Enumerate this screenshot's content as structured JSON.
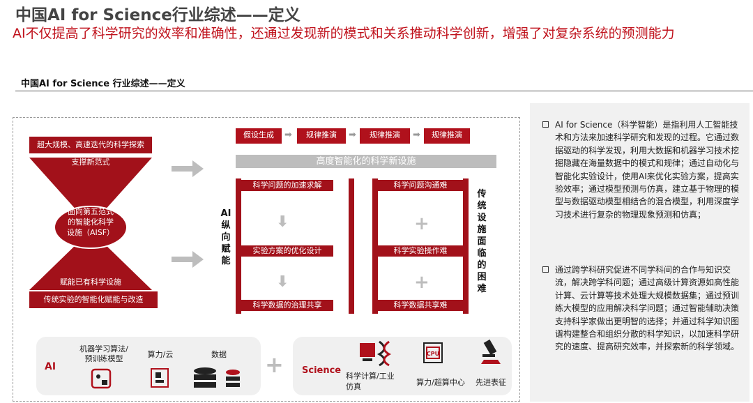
{
  "title": "中国AI for Science行业综述——定义",
  "subtitle": "AI不仅提高了科学研究的效率和准确性，还通过发现新的模式和关系推动科学创新，增强了对复杂系统的预测能力",
  "section_title": "中国AI for Science 行业综述——定义",
  "hourglass": {
    "top_label": "超大规模、高速迭代的科学探索",
    "support": "支撑新范式",
    "center": "面向第五范式\n的智能化科学\n设施（AISF）",
    "empower": "赋能已有科学设施",
    "bottom_label": "传统实验的智能化赋能与改造"
  },
  "process": [
    "假设生成",
    "规律推演",
    "规律推演",
    "规律推演"
  ],
  "infra": "高度智能化的科学新设施",
  "vertical_ai": "AI纵向赋能",
  "left_col": [
    "科学问题的加速求解",
    "实验方案的优化设计",
    "科学数据的治理共享"
  ],
  "right_col": [
    "科学问题沟通难",
    "科学实验操作难",
    "科学数据共享难"
  ],
  "vertical_right": "传统设施面临的困难",
  "ai_row": {
    "label": "AI",
    "items": [
      "机器学习算法/\n预训练模型",
      "算力/云",
      "数据"
    ]
  },
  "science_row": {
    "label": "Science",
    "items": [
      "科学计算/工业\n仿真",
      "算力/超算中心",
      "先进表征"
    ]
  },
  "bullets": [
    "AI for Science（科学智能）是指利用人工智能技术和方法来加速科学研究和发现的过程。它通过数据驱动的科学发现，利用大数据和机器学习技术挖掘隐藏在海量数据中的模式和规律；通过自动化与智能化实验设计，使用AI来优化实验方案，提高实验效率；通过模型预测与仿真，建立基于物理的模型与数据驱动模型相结合的混合模型，利用深度学习技术进行复杂的物理现象预测和仿真；",
    "通过跨学科研究促进不同学科间的合作与知识交流，解决跨学科问题；通过高级计算资源如高性能计算、云计算等技术处理大规模数据集；通过预训练大模型的应用解决科学问题；通过智能辅助决策支持科学家做出更明智的选择；并通过科学知识图谱构建整合和组织分散的科学知识，以加速科学研究的速度、提高研究效率，并探索新的科学领域。"
  ],
  "colors": {
    "brand_red": "#a2111a",
    "title_red": "#c0121c",
    "grey": "#bdbdbd"
  }
}
